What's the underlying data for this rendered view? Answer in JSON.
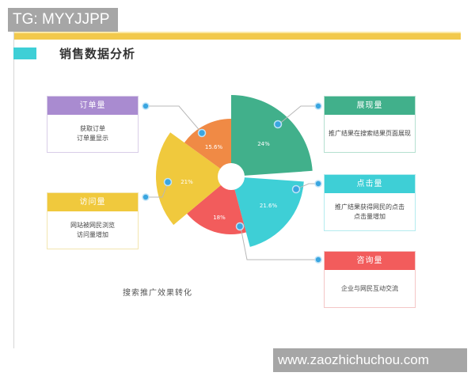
{
  "watermarks": {
    "top": "TG: MYYJJPP",
    "bottom": "www.zaozhichuchou.com"
  },
  "header": {
    "title": "销售数据分析",
    "accent_color": "#3ecfd6",
    "rule_color": "#f2c94c"
  },
  "cards": {
    "orders": {
      "title": "订单量",
      "line1": "获取订单",
      "line2": "订单量显示",
      "color": "#a98bd0"
    },
    "visits": {
      "title": "访问量",
      "line1": "网站被网民浏览",
      "line2": "访问量增加",
      "color": "#f0c93d"
    },
    "impressions": {
      "title": "展现量",
      "line1": "推广结果在搜索结果页面展现",
      "line2": "",
      "color": "#41b08b"
    },
    "clicks": {
      "title": "点击量",
      "line1": "推广结果获得网民的点击",
      "line2": "点击量增加",
      "color": "#3ecfd6"
    },
    "inquiries": {
      "title": "咨询量",
      "line1": "企业与网民互动交流",
      "line2": "",
      "color": "#f25c5c"
    }
  },
  "caption": "搜索推广效果转化",
  "chart_data": {
    "type": "pie",
    "variant": "rose / variable-radius donut",
    "title": "销售数据分析",
    "subtitle": "搜索推广效果转化",
    "slices": [
      {
        "label": "展现量",
        "value": 24,
        "display": "24%",
        "color": "#41b08b"
      },
      {
        "label": "点击量",
        "value": 21.6,
        "display": "21.6%",
        "color": "#3ecfd6"
      },
      {
        "label": "咨询量",
        "value": 18,
        "display": "18%",
        "color": "#f25c5c"
      },
      {
        "label": "访问量",
        "value": 21,
        "display": "21%",
        "color": "#f0c93d"
      },
      {
        "label": "订单量",
        "value": 15.6,
        "display": "15.6%",
        "color": "#f08a45"
      }
    ]
  }
}
